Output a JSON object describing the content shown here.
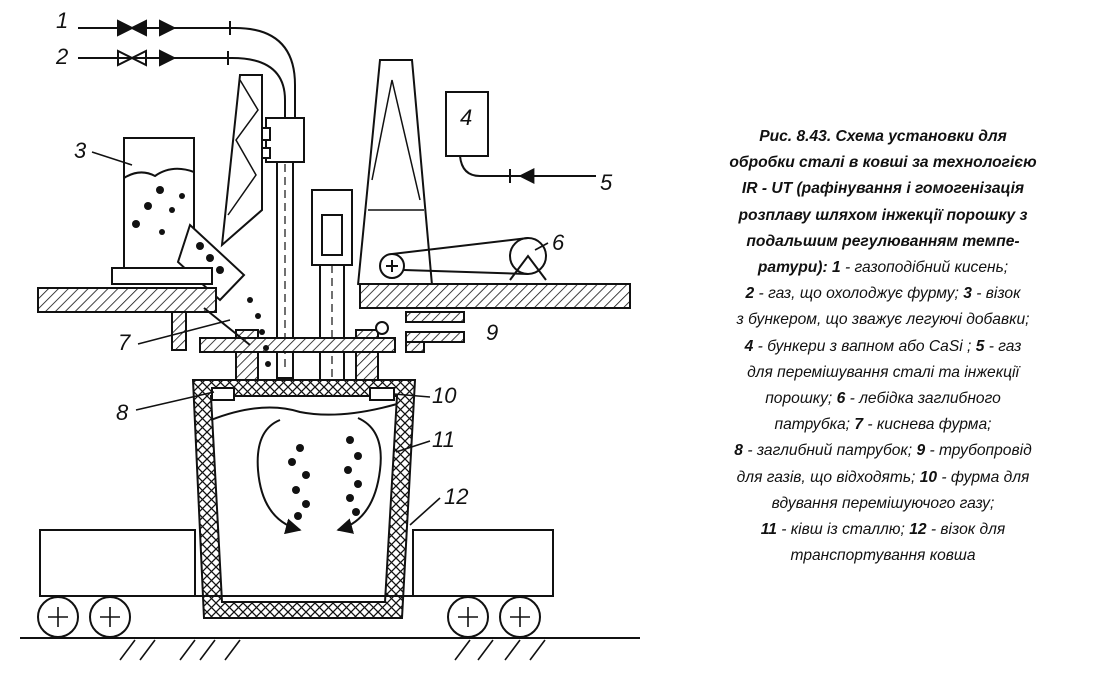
{
  "labels": {
    "l1": "1",
    "l2": "2",
    "l3": "3",
    "l4": "4",
    "l5": "5",
    "l6": "6",
    "l7": "7",
    "l8": "8",
    "l9": "9",
    "l10": "10",
    "l11": "11",
    "l12": "12"
  },
  "caption": {
    "title_lines": [
      "Рис. 8.43. Схема установки для",
      "обробки сталі в ковші за технологією",
      "IR - UT (рафінування і гомогенізація",
      "розплаву шляхом інжекції порошку з",
      "подальшим регулюванням темпе-"
    ],
    "lines": [
      [
        {
          "t": "ратури): ",
          "b": true
        },
        {
          "t": "1",
          "b": true
        },
        {
          "t": " - газоподібний кисень;",
          "b": false
        }
      ],
      [
        {
          "t": "2",
          "b": true
        },
        {
          "t": " - газ, що охолоджує фурму; ",
          "b": false
        },
        {
          "t": "3",
          "b": true
        },
        {
          "t": " - візок",
          "b": false
        }
      ],
      [
        {
          "t": "з бункером, що зважує легуючі добавки;",
          "b": false
        }
      ],
      [
        {
          "t": "4",
          "b": true
        },
        {
          "t": " - бункери з вапном або CaSi ; ",
          "b": false
        },
        {
          "t": "5",
          "b": true
        },
        {
          "t": " - газ",
          "b": false
        }
      ],
      [
        {
          "t": "для перемішування сталі та інжекції",
          "b": false
        }
      ],
      [
        {
          "t": "порошку; ",
          "b": false
        },
        {
          "t": "6",
          "b": true
        },
        {
          "t": " - лебідка заглибного",
          "b": false
        }
      ],
      [
        {
          "t": "патрубка; ",
          "b": false
        },
        {
          "t": "7",
          "b": true
        },
        {
          "t": " - киснева фурма;",
          "b": false
        }
      ],
      [
        {
          "t": "8",
          "b": true
        },
        {
          "t": " - заглибний патрубок; ",
          "b": false
        },
        {
          "t": "9",
          "b": true
        },
        {
          "t": " - трубопровід",
          "b": false
        }
      ],
      [
        {
          "t": "для газів, що відходять; ",
          "b": false
        },
        {
          "t": "10",
          "b": true
        },
        {
          "t": " - фурма для",
          "b": false
        }
      ],
      [
        {
          "t": "вдування перемішуючого газу;",
          "b": false
        }
      ],
      [
        {
          "t": "11",
          "b": true
        },
        {
          "t": " - ківш із сталлю; ",
          "b": false
        },
        {
          "t": "12",
          "b": true
        },
        {
          "t": " - візок для",
          "b": false
        }
      ],
      [
        {
          "t": "транспортування ковша",
          "b": false
        }
      ]
    ]
  }
}
